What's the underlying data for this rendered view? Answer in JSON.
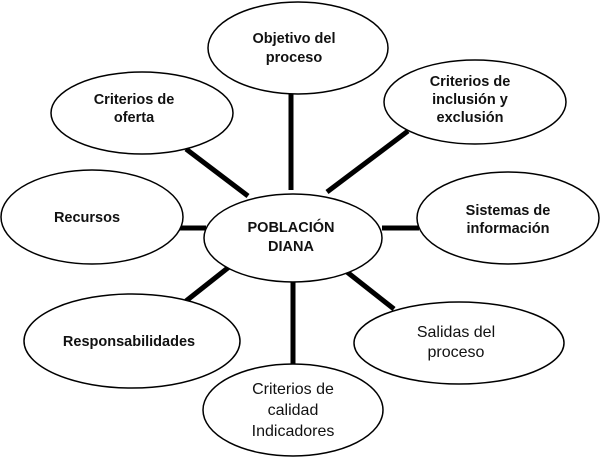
{
  "diagram": {
    "center": {
      "lines": [
        "POBLACIÓN",
        "DIANA"
      ]
    },
    "nodes": {
      "objetivo": {
        "lines": [
          "Objetivo del",
          "proceso"
        ]
      },
      "oferta": {
        "lines": [
          "Criterios de",
          "oferta"
        ]
      },
      "inclusion": {
        "lines": [
          "Criterios de",
          "inclusión y",
          "exclusión"
        ]
      },
      "recursos": {
        "lines": [
          "Recursos"
        ]
      },
      "sistemas": {
        "lines": [
          "Sistemas de",
          "información"
        ]
      },
      "responsabilidades": {
        "lines": [
          "Responsabilidades"
        ]
      },
      "salidas": {
        "lines": [
          "Salidas del",
          "proceso"
        ]
      },
      "calidad": {
        "lines": [
          "Criterios de",
          "calidad",
          "Indicadores"
        ]
      }
    }
  }
}
